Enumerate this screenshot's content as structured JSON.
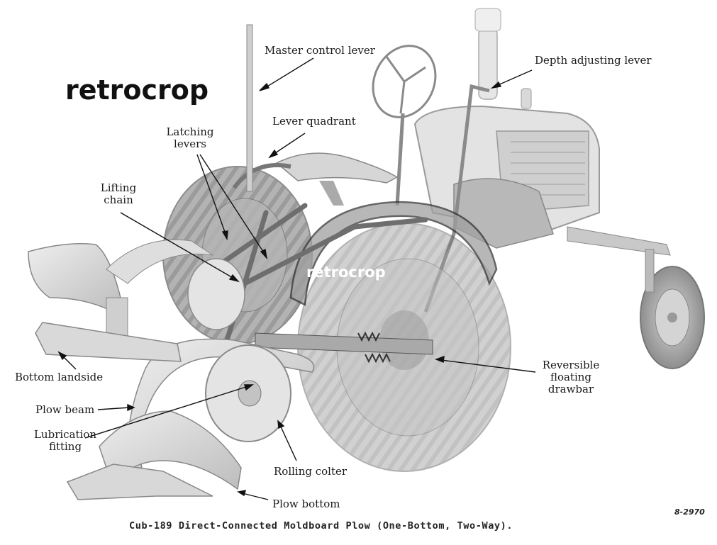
{
  "watermark": {
    "text": "retrocrop"
  },
  "labels": {
    "master_control_lever": "Master control lever",
    "depth_adjusting_lever": "Depth adjusting lever",
    "lever_quadrant": "Lever quadrant",
    "latching_levers": [
      "Latching",
      "levers"
    ],
    "lifting_chain": [
      "Lifting",
      "chain"
    ],
    "reversible_floating_drawbar": [
      "Reversible",
      "floating",
      "drawbar"
    ],
    "bottom_landside": "Bottom landside",
    "plow_beam": "Plow beam",
    "lubrication_fitting": [
      "Lubrication",
      "fitting"
    ],
    "rolling_colter": "Rolling colter",
    "plow_bottom": "Plow bottom"
  },
  "caption": "Cub-189 Direct-Connected Moldboard Plow (One-Bottom, Two-Way).",
  "figure_number": "8-2970"
}
